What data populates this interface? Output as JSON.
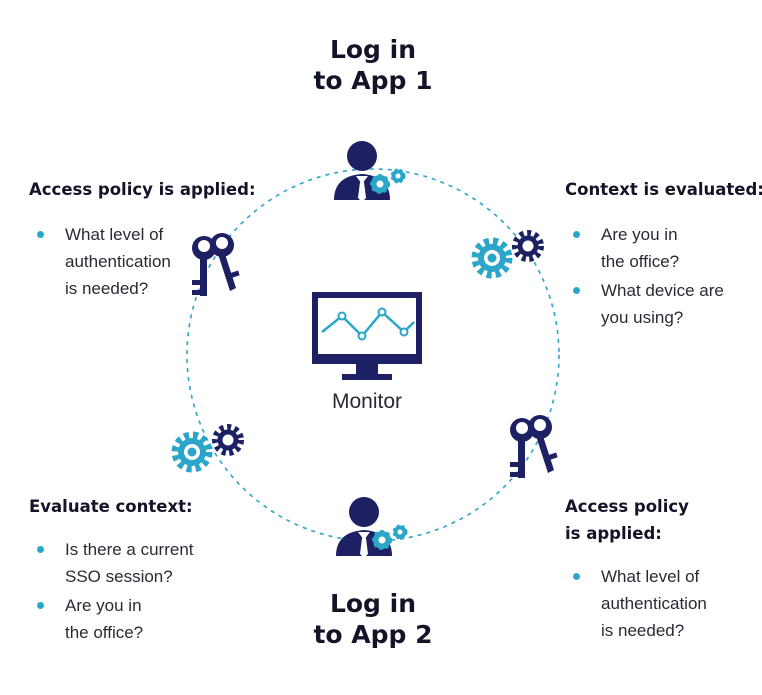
{
  "colors": {
    "navy": "#1d2163",
    "teal": "#2ba6c8",
    "text": "#2a2a35"
  },
  "top_title": {
    "line1": "Log in",
    "line2": "to App 1"
  },
  "bottom_title": {
    "line1": "Log in",
    "line2": "to App 2"
  },
  "center": {
    "label": "Monitor",
    "icon": "monitor-chart-icon"
  },
  "steps": {
    "access_policy_top": {
      "heading_lines": [
        "Access policy is applied:"
      ],
      "bullets": [
        [
          "What level of",
          "authentication",
          "is needed?"
        ]
      ]
    },
    "context_evaluated": {
      "heading_lines": [
        "Context is evaluated:"
      ],
      "bullets": [
        [
          "Are you in",
          "the office?"
        ],
        [
          "What device are",
          "you using?"
        ]
      ]
    },
    "access_policy_bottom": {
      "heading_lines": [
        "Access policy",
        "is applied:"
      ],
      "bullets": [
        [
          "What level of",
          "authentication",
          "is needed?"
        ]
      ]
    },
    "evaluate_context": {
      "heading_lines": [
        "Evaluate context:"
      ],
      "bullets": [
        [
          "Is there a current",
          "SSO session?"
        ],
        [
          "Are you in",
          "the office?"
        ]
      ]
    }
  },
  "icons": [
    "user-gears-icon",
    "keys-icon",
    "gears-icon",
    "monitor-chart-icon"
  ]
}
